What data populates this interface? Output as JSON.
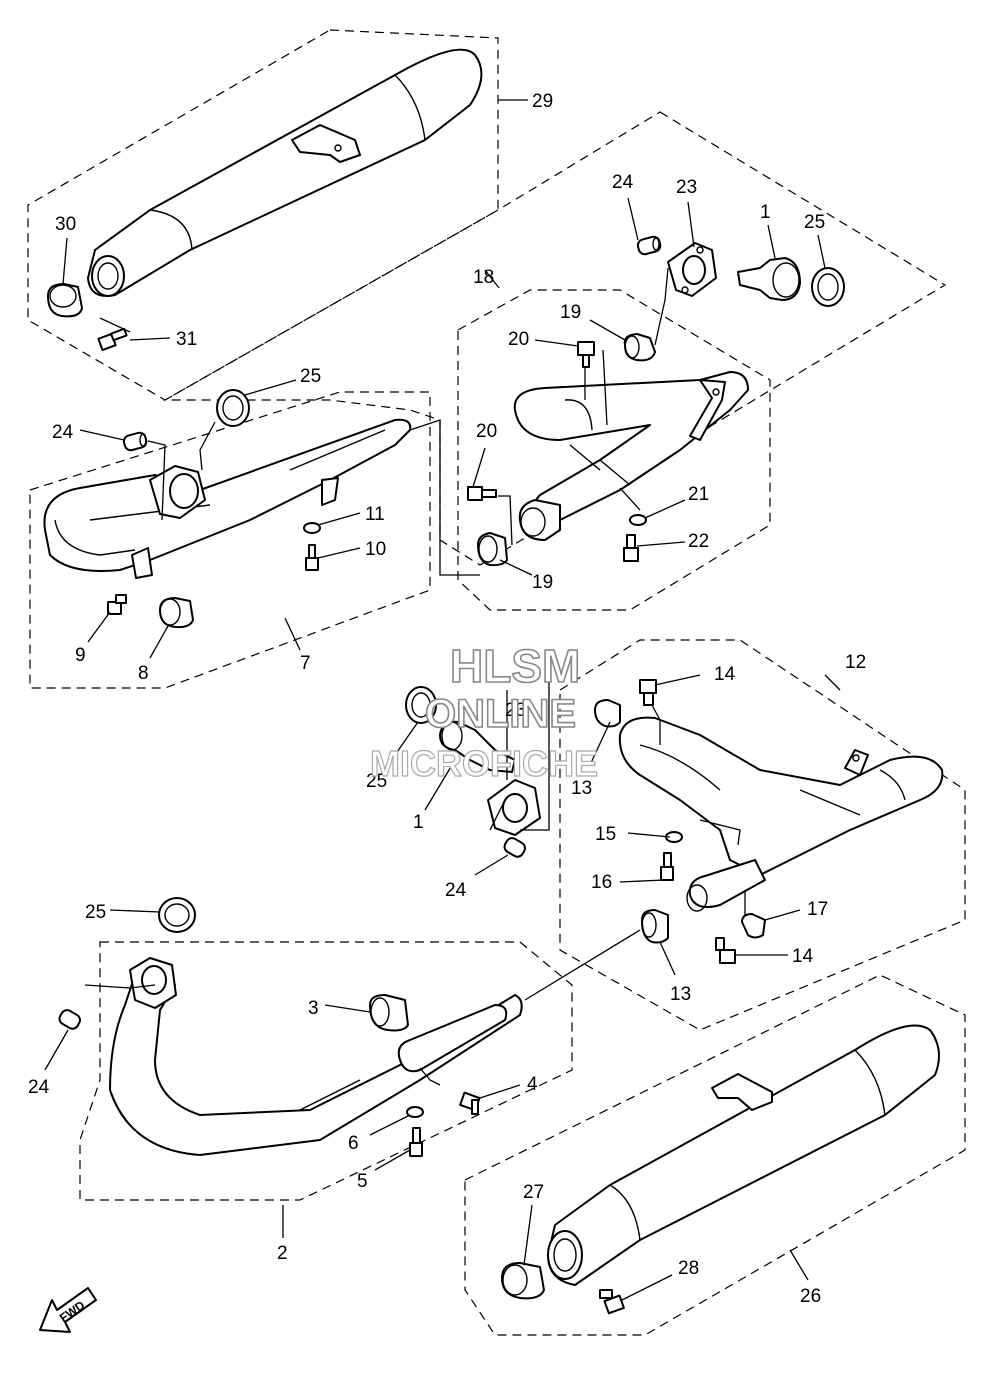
{
  "watermark": {
    "line1": "HLSM",
    "line2": "ONLINE",
    "line3": "MICROFICHE"
  },
  "direction_arrow": {
    "label": "FWD"
  },
  "callouts": {
    "c29": "29",
    "c30": "30",
    "c31": "31",
    "c18": "18",
    "c24a": "24",
    "c23a": "23",
    "c1a": "1",
    "c25a": "25",
    "c19a": "19",
    "c20a": "20",
    "c20b": "20",
    "c21": "21",
    "c22": "22",
    "c19b": "19",
    "c24b": "24",
    "c25b": "25",
    "c11": "11",
    "c10": "10",
    "c9": "9",
    "c8": "8",
    "c7": "7",
    "c12": "12",
    "c14a": "14",
    "c23b": "23",
    "c25c": "25",
    "c1b": "1",
    "c13a": "13",
    "c15": "15",
    "c16": "16",
    "c17": "17",
    "c14b": "14",
    "c13b": "13",
    "c24c": "24",
    "c25d": "25",
    "c24d": "24",
    "c3": "3",
    "c4": "4",
    "c6": "6",
    "c5": "5",
    "c2": "2",
    "c27": "27",
    "c28": "28",
    "c26": "26"
  }
}
